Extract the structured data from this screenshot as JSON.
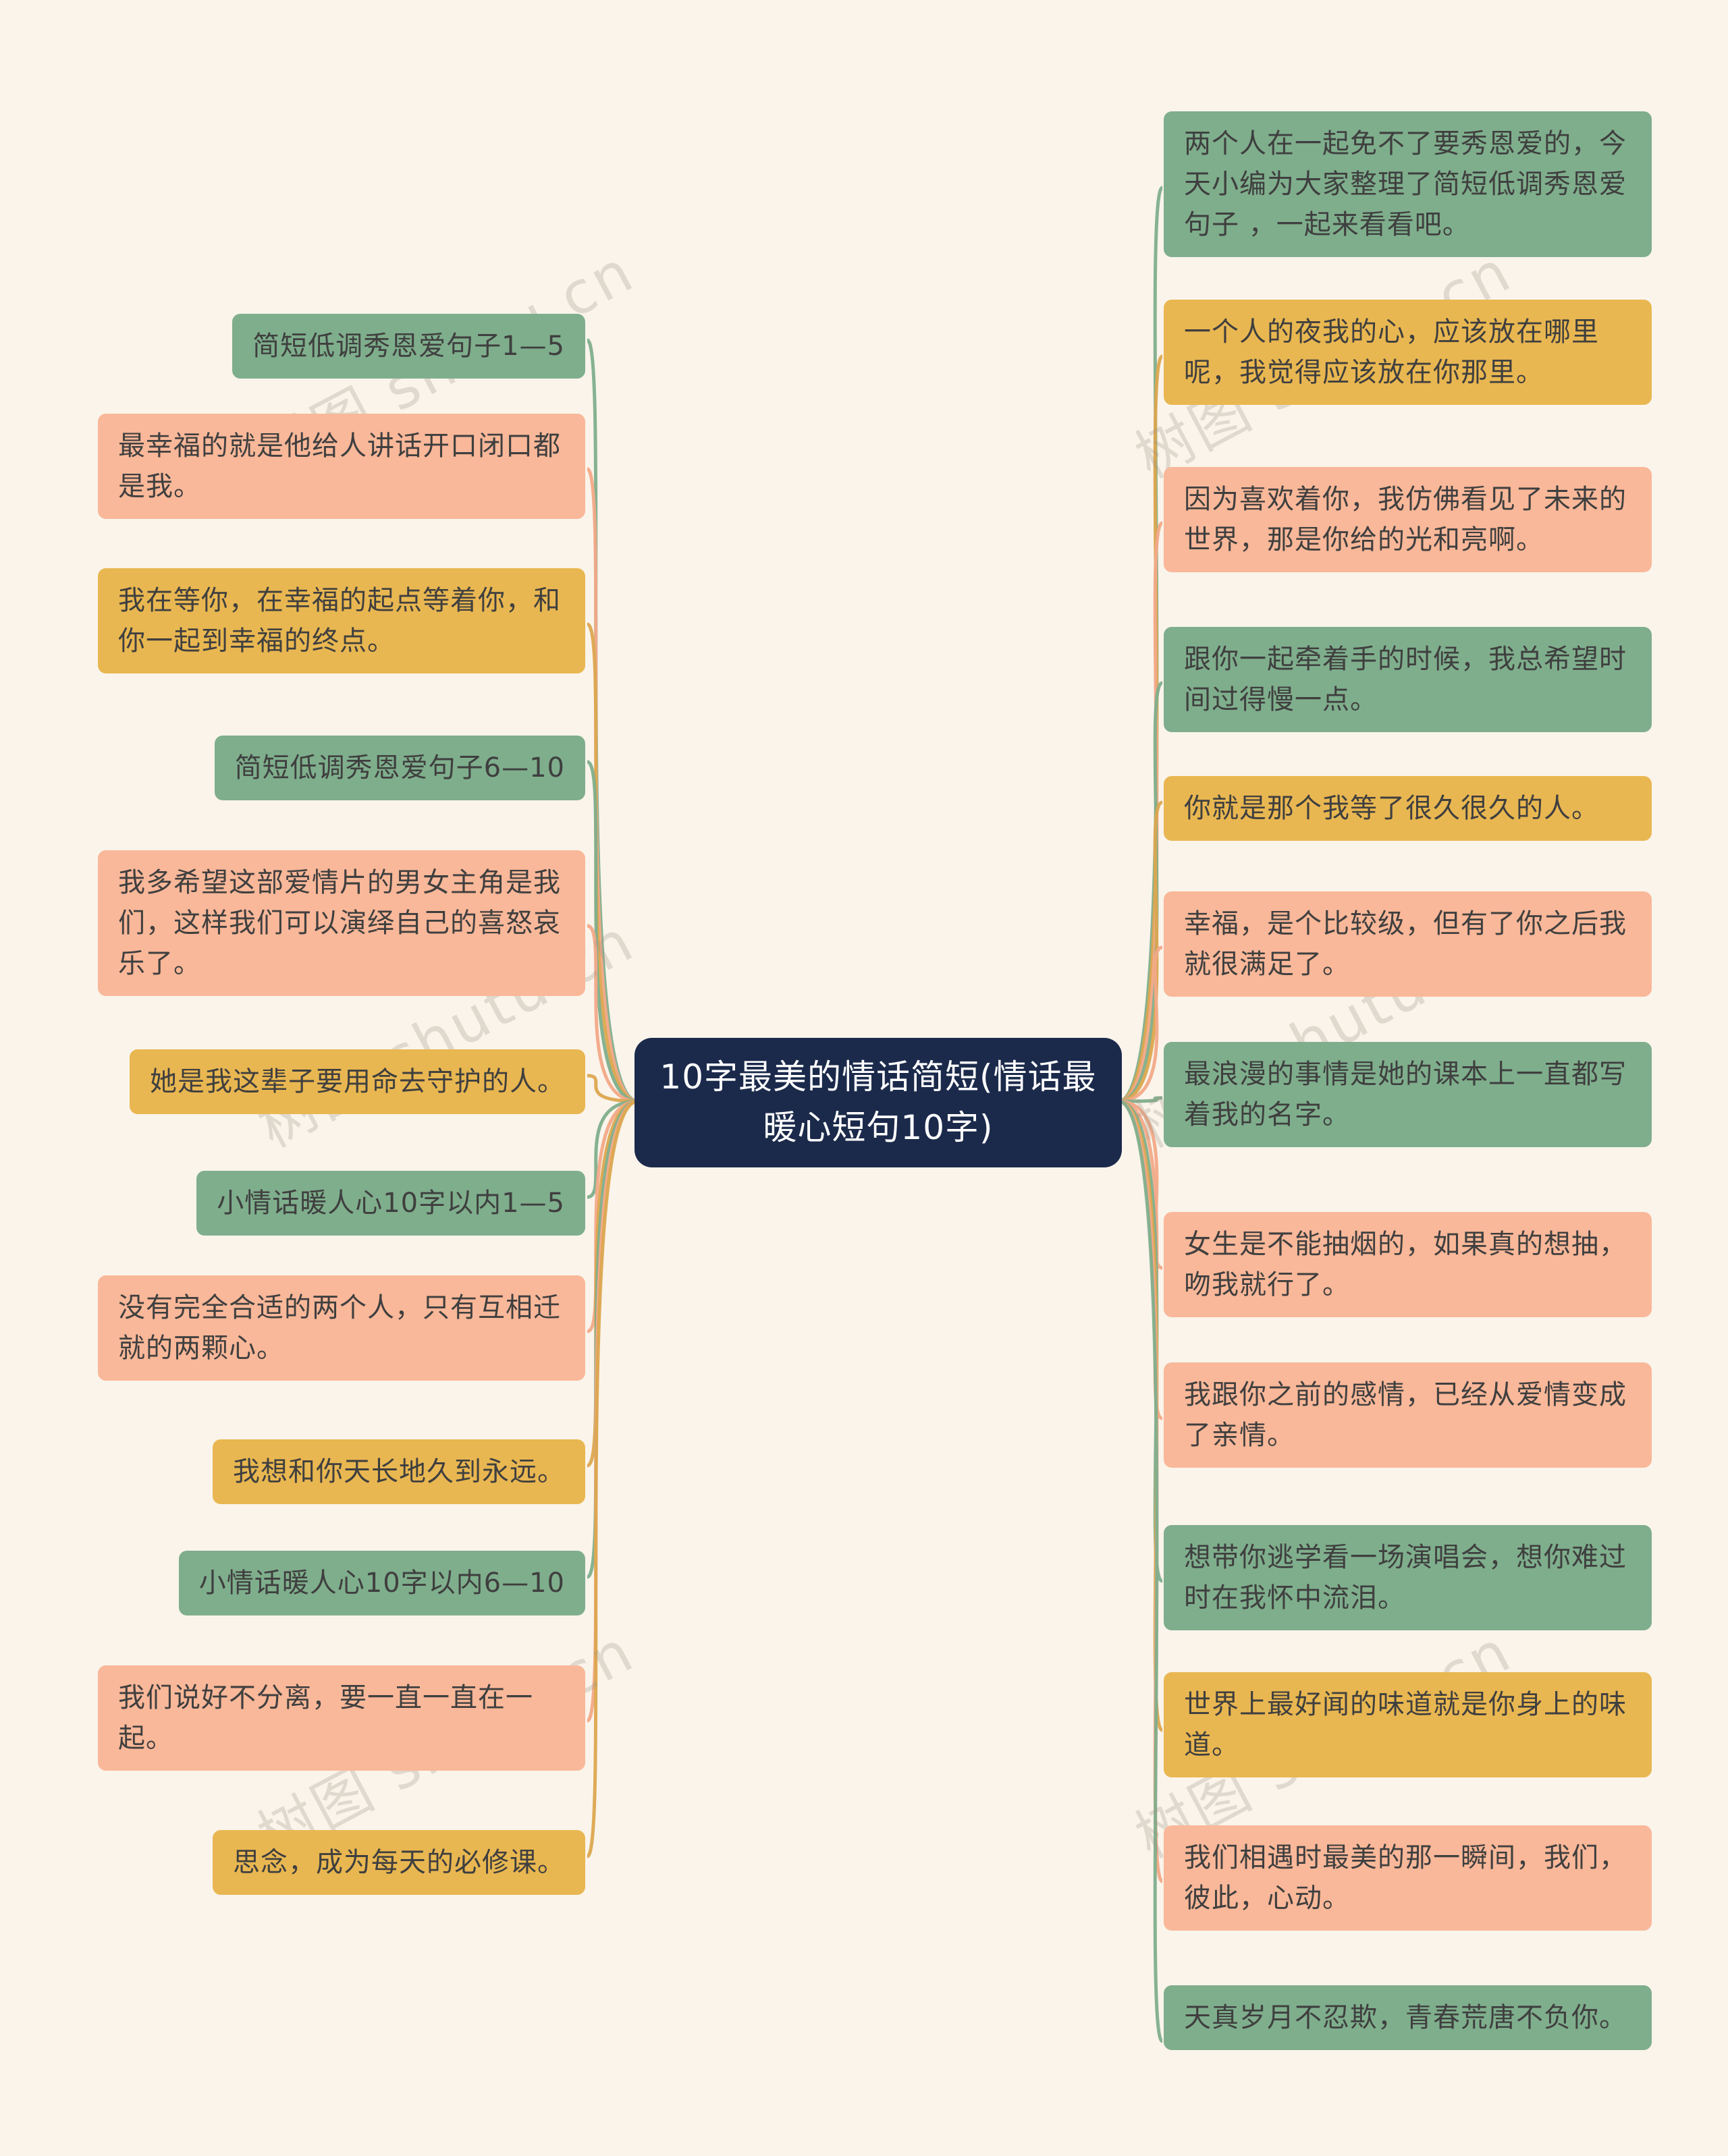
{
  "center": {
    "title": "10字最美的情话简短(情话最暖心短句10字)"
  },
  "watermark": {
    "text": "树图 shutu.cn"
  },
  "palette": {
    "green": "#7FAE8C",
    "salmon": "#F9B899",
    "orange": "#E9B751",
    "center_bg": "#1B2A4B",
    "background": "#FAF4EB"
  },
  "left_nodes": [
    {
      "text": "简短低调秀恩爱句子1—5",
      "color": "green"
    },
    {
      "text": "最幸福的就是他给人讲话开口闭口都是我。",
      "color": "salmon"
    },
    {
      "text": "我在等你，在幸福的起点等着你，和你一起到幸福的终点。",
      "color": "orange"
    },
    {
      "text": "简短低调秀恩爱句子6—10",
      "color": "green"
    },
    {
      "text": "我多希望这部爱情片的男女主角是我们，这样我们可以演绎自己的喜怒哀乐了。",
      "color": "salmon"
    },
    {
      "text": "她是我这辈子要用命去守护的人。",
      "color": "orange"
    },
    {
      "text": "小情话暖人心10字以内1—5",
      "color": "green"
    },
    {
      "text": "没有完全合适的两个人，只有互相迁就的两颗心。",
      "color": "salmon"
    },
    {
      "text": "我想和你天长地久到永远。",
      "color": "orange"
    },
    {
      "text": "小情话暖人心10字以内6—10",
      "color": "green"
    },
    {
      "text": "我们说好不分离，要一直一直在一起。",
      "color": "salmon"
    },
    {
      "text": "思念，成为每天的必修课。",
      "color": "orange"
    }
  ],
  "right_nodes": [
    {
      "text": "两个人在一起免不了要秀恩爱的，今天小编为大家整理了简短低调秀恩爱句子 ，一起来看看吧。",
      "color": "green"
    },
    {
      "text": "一个人的夜我的心，应该放在哪里呢，我觉得应该放在你那里。",
      "color": "orange"
    },
    {
      "text": "因为喜欢着你，我仿佛看见了未来的世界，那是你给的光和亮啊。",
      "color": "salmon"
    },
    {
      "text": "跟你一起牵着手的时候，我总希望时间过得慢一点。",
      "color": "green"
    },
    {
      "text": "你就是那个我等了很久很久的人。",
      "color": "orange"
    },
    {
      "text": "幸福，是个比较级，但有了你之后我就很满足了。",
      "color": "salmon"
    },
    {
      "text": "最浪漫的事情是她的课本上一直都写着我的名字。",
      "color": "green"
    },
    {
      "text": "女生是不能抽烟的，如果真的想抽，吻我就行了。",
      "color": "salmon"
    },
    {
      "text": "我跟你之前的感情，已经从爱情变成了亲情。",
      "color": "salmon"
    },
    {
      "text": "想带你逃学看一场演唱会，想你难过时在我怀中流泪。",
      "color": "green"
    },
    {
      "text": "世界上最好闻的味道就是你身上的味道。",
      "color": "orange"
    },
    {
      "text": "我们相遇时最美的那一瞬间，我们，彼此，心动。",
      "color": "salmon"
    },
    {
      "text": "天真岁月不忍欺，青春荒唐不负你。",
      "color": "green"
    }
  ]
}
